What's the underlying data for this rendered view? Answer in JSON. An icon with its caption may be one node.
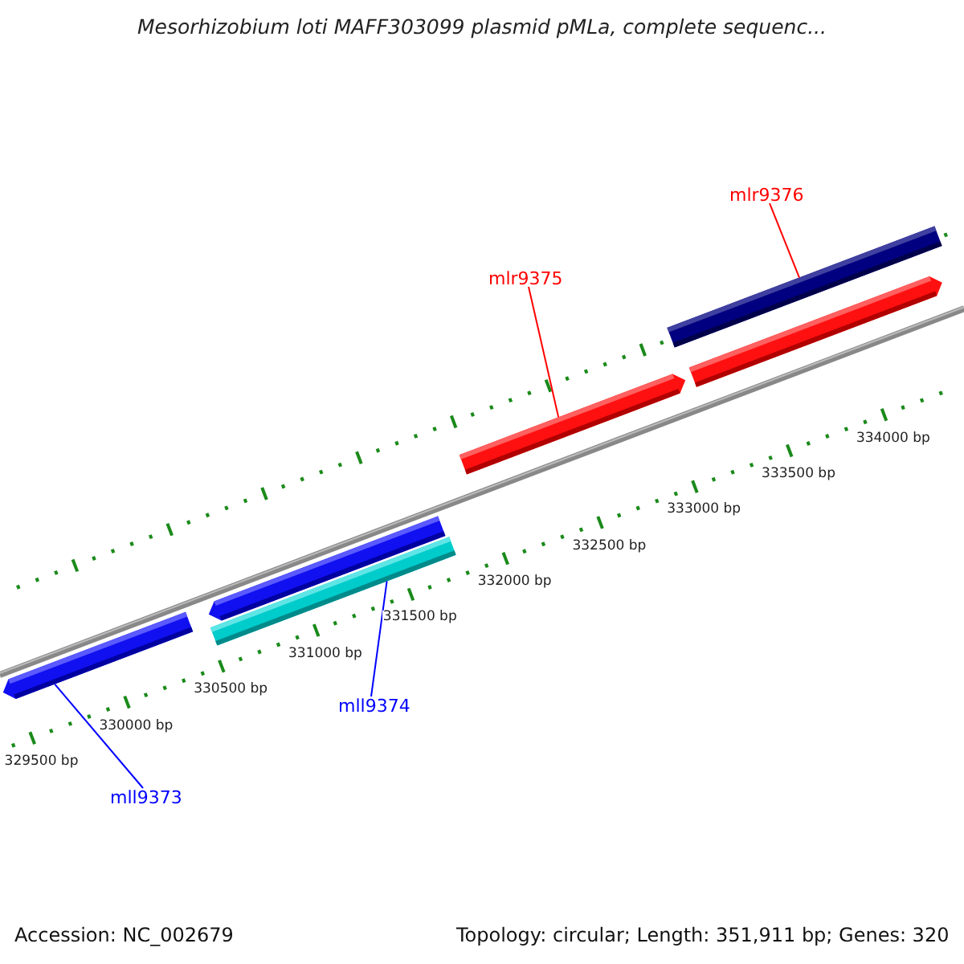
{
  "diagram": {
    "title": "Mesorhizobium loti MAFF303099 plasmid pMLa, complete sequenc...",
    "nodes": [
      {
        "text": [
          "mlr9376"
        ]
      },
      {
        "text": [
          "mlr9375"
        ]
      },
      {
        "text": [
          "mll9374"
        ]
      },
      {
        "text": [
          "mll9373"
        ]
      },
      {
        "text": [],
        "shape": "bar"
      },
      {
        "text": [],
        "shape": "bar"
      },
      {
        "text": [],
        "shape": "bar"
      },
      {
        "text": [],
        "shape": "bar"
      },
      {
        "text": [],
        "shape": "bar"
      },
      {
        "text": [],
        "shape": "bar"
      }
    ],
    "edges": [
      {
        "from": 0,
        "to": 8,
        "arrow": "none",
        "color": "#ff0000"
      },
      {
        "from": 1,
        "to": 7,
        "arrow": "none",
        "color": "#ff0000"
      },
      {
        "from": 2,
        "to": 6,
        "arrow": "none",
        "color": "#0000ff"
      },
      {
        "from": 3,
        "to": 4,
        "arrow": "none",
        "color": "#0000ff"
      }
    ],
    "labels": [
      "334000 bp",
      "333500 bp",
      "333000 bp",
      "332500 bp",
      "332000 bp",
      "331500 bp",
      "331000 bp",
      "330500 bp",
      "330000 bp",
      "329500 bp",
      "Accession: NC_002679",
      "Topology: circular; Length: 351,911 bp; Genes: 320"
    ]
  }
}
